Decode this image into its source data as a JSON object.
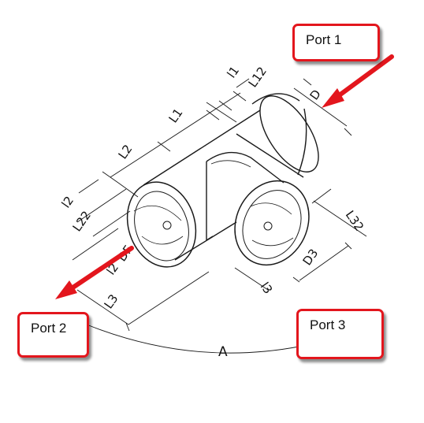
{
  "callouts": {
    "port1": "Port 1",
    "port2": "Port 2",
    "port3": "Port 3"
  },
  "dimensions": {
    "l1": "l1",
    "l12": "L12",
    "L1": "L1",
    "L2": "L2",
    "l2": "l2",
    "L22": "L22",
    "DF": "DF",
    "l2b": "l2",
    "L3": "L3",
    "l3": "l3",
    "D3": "D3",
    "L32": "L32",
    "A": "A",
    "D1": "D"
  },
  "colors": {
    "arrow": "#e3161d",
    "callout_border": "#e3161d",
    "line": "#1a1a1a"
  }
}
